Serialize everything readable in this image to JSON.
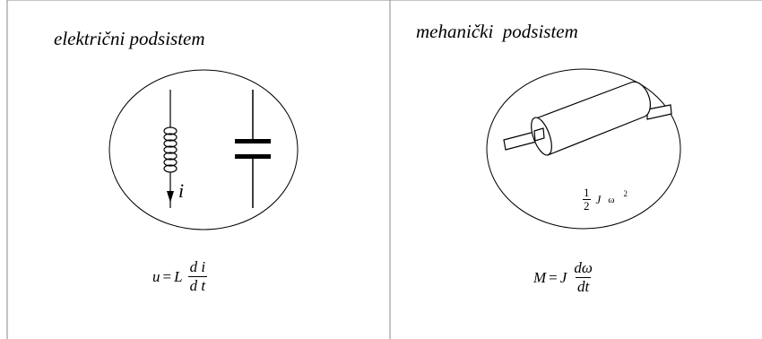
{
  "left_panel": {
    "title": "električni podsistem",
    "current_label": "i",
    "formula": {
      "lhs": "u",
      "equals": "=",
      "coefficient": "L",
      "numerator": "d i",
      "denominator": "d t"
    }
  },
  "right_panel": {
    "title": "mehanički  podsistem",
    "energy": {
      "numerator": "1",
      "denominator": "2",
      "inertia": "J",
      "omega": "ω",
      "exponent": "2"
    },
    "formula": {
      "lhs": "M",
      "equals": "=",
      "coefficient": "J",
      "numerator": "dω",
      "denominator": "dt"
    }
  },
  "colors": {
    "line": "#000000",
    "background": "#ffffff",
    "divider": "#888888"
  }
}
